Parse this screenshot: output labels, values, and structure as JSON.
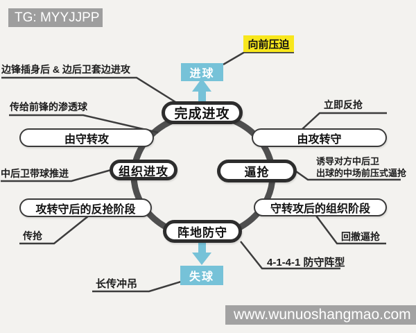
{
  "watermarks": {
    "telegram": "TG: MYYJJPP",
    "site": "www.wunuoshangmao.com"
  },
  "outcomes": {
    "goal": "进球",
    "concede": "失球"
  },
  "highlight": {
    "press_forward": "向前压迫"
  },
  "cycle": {
    "complete_attack": "完成进攻",
    "organize_attack": "组织进攻",
    "pressing": "逼抢",
    "positional_defense": "阵地防守"
  },
  "transitions": {
    "defense_to_attack": "由守转攻",
    "counter_press_phase": "攻转守后的反抢阶段",
    "attack_to_defense": "由攻转守",
    "organize_phase": "守转攻后的组织阶段"
  },
  "callouts": {
    "winger_overlap": "边锋插身后 & 边后卫套边进攻",
    "through_pass": "传给前锋的渗透球",
    "cb_drive": "中后卫带球推进",
    "pass_press": "传抢",
    "immediate_counterpress": "立即反抢",
    "lure_line1": "诱导对方中后卫",
    "lure_line2": "出球的中场前压式逼抢",
    "retreat_press": "回撤逼抢",
    "formation": "4-1-4-1 防守阵型",
    "long_ball": "长传冲吊"
  },
  "colors": {
    "teal": "#76c2d8",
    "yellow": "#f8e71c",
    "ring": "#4f4f4f",
    "line": "#3c3c3c",
    "watermark_gray": "#9e9e9e"
  }
}
